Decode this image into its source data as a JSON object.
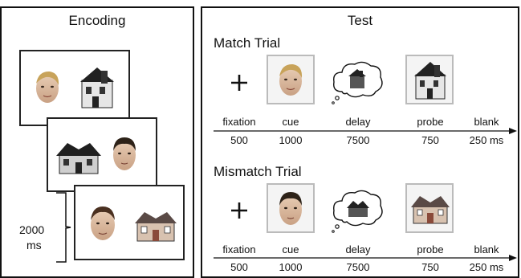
{
  "encoding": {
    "title": "Encoding",
    "duration_value": "2000",
    "duration_unit": "ms"
  },
  "test": {
    "title": "Test",
    "trials": [
      {
        "name": "Match Trial",
        "phase_labels": [
          "fixation",
          "cue",
          "delay",
          "probe",
          "blank"
        ],
        "phase_values": [
          "500",
          "1000",
          "7500",
          "750",
          "250 ms"
        ]
      },
      {
        "name": "Mismatch Trial",
        "phase_labels": [
          "fixation",
          "cue",
          "delay",
          "probe",
          "blank"
        ],
        "phase_values": [
          "500",
          "1000",
          "7500",
          "750",
          "250 ms"
        ]
      }
    ]
  },
  "icons": {
    "fixation": "plus-icon",
    "delay": "thought-cloud-icon",
    "face": "face-photo",
    "house": "house-photo"
  }
}
